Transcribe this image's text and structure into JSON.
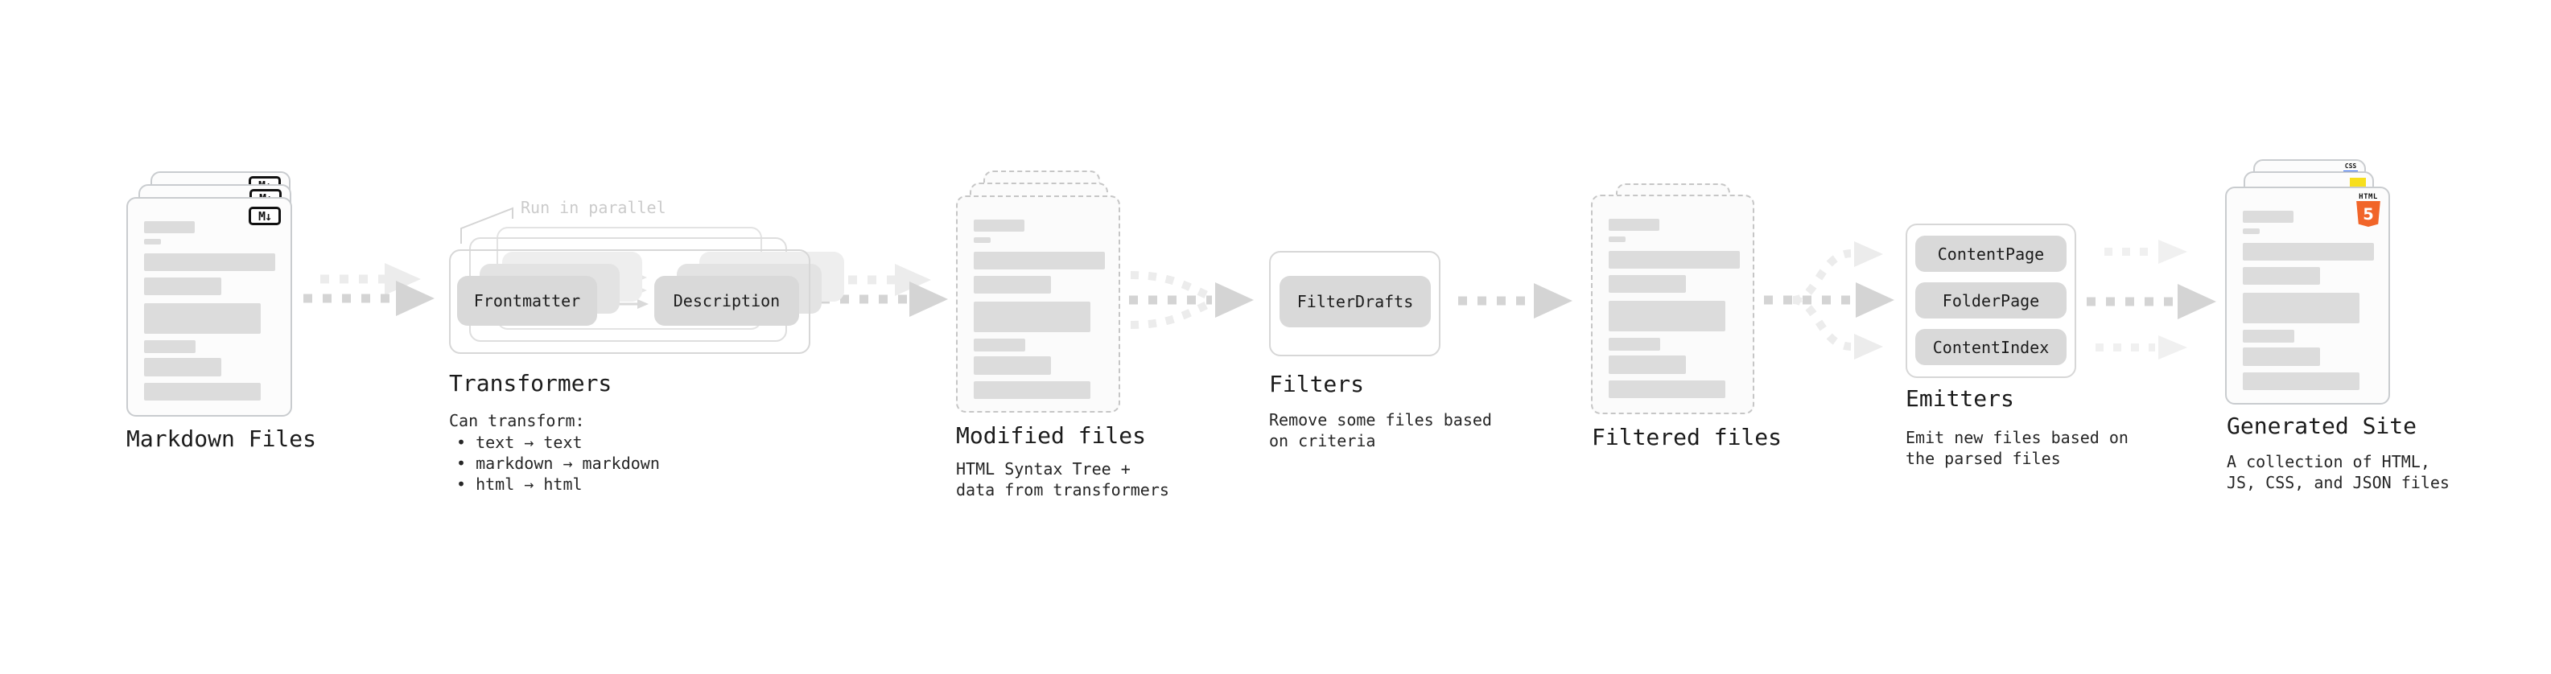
{
  "stages": {
    "markdown": {
      "title": "Markdown Files",
      "badge": "M↓"
    },
    "transformers": {
      "title": "Transformers",
      "annotation": "Run in parallel",
      "pill_left": "Frontmatter",
      "pill_right": "Description",
      "caption": "Can transform:",
      "bullets": [
        "• text → text",
        "• markdown → markdown",
        "• html → html"
      ]
    },
    "modified": {
      "title": "Modified files",
      "caption": [
        "HTML Syntax Tree +",
        "data from transformers"
      ]
    },
    "filters": {
      "title": "Filters",
      "pill": "FilterDrafts",
      "caption": [
        "Remove some files based",
        "on criteria"
      ]
    },
    "filtered": {
      "title": "Filtered files"
    },
    "emitters": {
      "title": "Emitters",
      "pills": [
        "ContentPage",
        "FolderPage",
        "ContentIndex"
      ],
      "caption": [
        "Emit new files based on",
        "the parsed files"
      ]
    },
    "generated": {
      "title": "Generated Site",
      "badges": {
        "css": "CSS",
        "html_label": "HTML",
        "html_number": "5"
      },
      "caption": [
        "A collection of HTML,",
        "JS, CSS, and JSON files"
      ]
    }
  },
  "colors": {
    "title-ink": "#1b1b1b",
    "html5-orange": "#f16529",
    "html5-orange-dark": "#e44d26",
    "js-yellow": "#f7df1e",
    "css-blue": "#2965f1",
    "arrow-dark": "#d4d4d4",
    "arrow-light": "#ececec"
  }
}
